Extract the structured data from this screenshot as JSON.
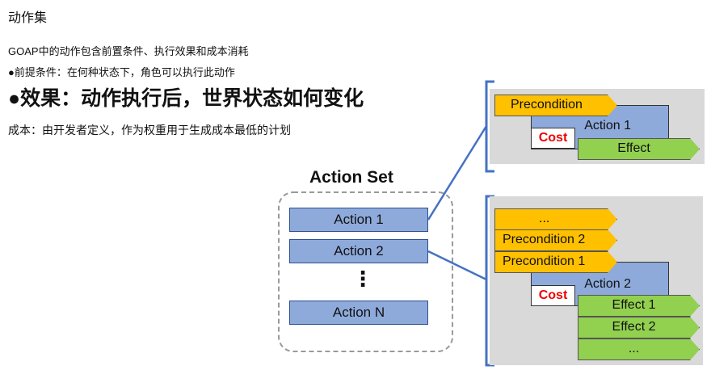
{
  "slide": {
    "title": "动作集",
    "line1": "GOAP中的动作包含前置条件、执行效果和成本消耗",
    "line2": "●前提条件：在何种状态下，角色可以执行此动作",
    "line3": "●效果：动作执行后，世界状态如何变化",
    "line4": "成本：由开发者定义，作为权重用于生成成本最低的计划"
  },
  "action_set": {
    "title": "Action Set",
    "items": [
      "Action 1",
      "Action 2",
      "Action N"
    ],
    "ellipsis": "⋮"
  },
  "detail1": {
    "precondition": "Precondition",
    "action": "Action 1",
    "cost": "Cost",
    "effect": "Effect"
  },
  "detail2": {
    "preconditions": [
      "...",
      "Precondition 2",
      "Precondition 1"
    ],
    "action": "Action 2",
    "cost": "Cost",
    "effects": [
      "Effect 1",
      "Effect 2",
      "..."
    ]
  },
  "colors": {
    "precondition": "#ffc000",
    "action": "#8eaadb",
    "effect": "#92d050",
    "cost": "#e00000",
    "bracket": "#4472c4"
  }
}
